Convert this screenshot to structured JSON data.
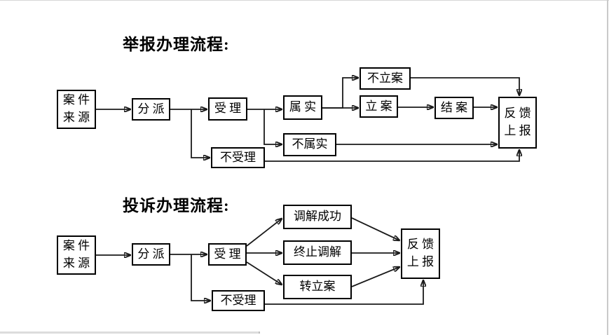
{
  "page": {
    "background": "#ffffff",
    "frame_top_color": "#d6d6d6",
    "frame_right_color": "#c9c9c9",
    "scrollbar_color": "#dcdcdc",
    "line_color": "#1a1a1a"
  },
  "flowcharts": [
    {
      "title": "举报办理流程:",
      "nodes": {
        "case_source": {
          "lines": [
            "案 件",
            "来 源"
          ]
        },
        "dispatch": {
          "label": "分 派"
        },
        "accept": {
          "label": "受 理"
        },
        "verified": {
          "label": "属 实"
        },
        "no_filing": {
          "label": "不立案"
        },
        "filing": {
          "label": "立 案"
        },
        "case_closed": {
          "label": "结 案"
        },
        "feedback": {
          "lines": [
            "反 馈",
            "上 报"
          ]
        },
        "not_verified": {
          "label": "不属实"
        },
        "not_accepted": {
          "label": "不受理"
        }
      },
      "edges": [
        {
          "from": "案件来源",
          "to": "分派"
        },
        {
          "from": "分派",
          "to": "受理"
        },
        {
          "from": "分派",
          "to": "不受理"
        },
        {
          "from": "受理",
          "to": "属实"
        },
        {
          "from": "受理",
          "to": "不属实"
        },
        {
          "from": "属实",
          "to": "不立案"
        },
        {
          "from": "属实",
          "to": "立案"
        },
        {
          "from": "立案",
          "to": "结案"
        },
        {
          "from": "结案",
          "to": "反馈上报"
        },
        {
          "from": "不立案",
          "to": "反馈上报"
        },
        {
          "from": "不属实",
          "to": "反馈上报"
        },
        {
          "from": "不受理",
          "to": "反馈上报"
        }
      ]
    },
    {
      "title": "投诉办理流程:",
      "nodes": {
        "case_source": {
          "lines": [
            "案 件",
            "来 源"
          ]
        },
        "dispatch": {
          "label": "分 派"
        },
        "accept": {
          "label": "受 理"
        },
        "mediation_success": {
          "label": "调解成功"
        },
        "mediation_terminated": {
          "label": "终止调解"
        },
        "transfer_filing": {
          "label": "转立案"
        },
        "feedback": {
          "lines": [
            "反 馈",
            "上 报"
          ]
        },
        "not_accepted": {
          "label": "不受理"
        }
      },
      "edges": [
        {
          "from": "案件来源",
          "to": "分派"
        },
        {
          "from": "分派",
          "to": "受理"
        },
        {
          "from": "分派",
          "to": "不受理"
        },
        {
          "from": "受理",
          "to": "调解成功"
        },
        {
          "from": "受理",
          "to": "终止调解"
        },
        {
          "from": "受理",
          "to": "转立案"
        },
        {
          "from": "调解成功",
          "to": "反馈上报"
        },
        {
          "from": "终止调解",
          "to": "反馈上报"
        },
        {
          "from": "转立案",
          "to": "反馈上报"
        },
        {
          "from": "不受理",
          "to": "反馈上报"
        }
      ]
    }
  ]
}
